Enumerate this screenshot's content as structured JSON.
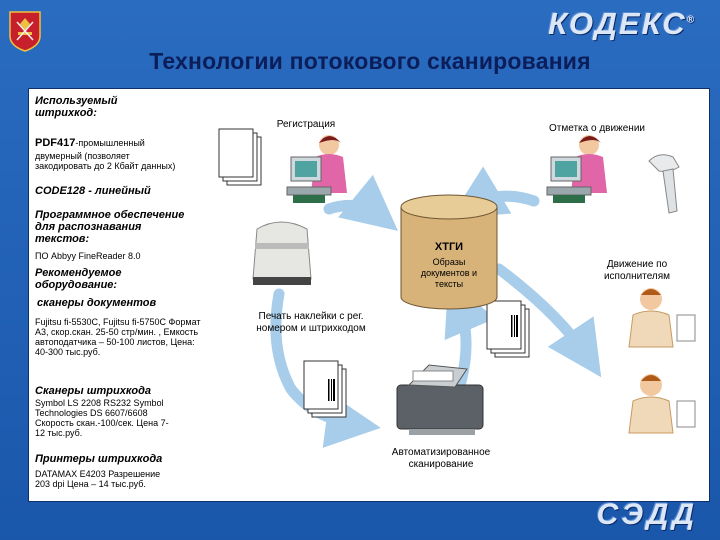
{
  "slide": {
    "title": "Технологии потокового сканирования",
    "brand": "КОДЕКС",
    "brand_mark": "®",
    "footer_brand": "СЭДД"
  },
  "left_column": {
    "barcode_heading": "Используемый штрихкод:",
    "pdf417_name": "PDF417",
    "pdf417_short": "-промышленный",
    "pdf417_desc": "двумерный (позволяет закодировать до 2 Кбайт данных)",
    "code128": "CODE128 - линейный",
    "software_heading": "Программное обеспечение для распознавания текстов:",
    "software_value": "ПО Abbyy FineReader 8.0",
    "hardware_heading": "Рекомендуемое оборудование:",
    "scanners_heading": "сканеры документов",
    "scanners_desc": "Fujitsu fi-5530C, Fujitsu fi-5750C Формат А3, скор.скан. 25-50 стр/мин. , Емкость автоподатчика – 50-100 листов, Цена: 40-300 тыс.руб.",
    "barcode_scanners_heading": "Сканеры штрихкода",
    "barcode_scanners_desc": "Symbol LS 2208 RS232 Symbol Technologies DS 6607/6608 Скорость скан.-100/сек. Цена 7-12 тыс.руб.",
    "printers_heading": "Принтеры штрихкода",
    "printers_desc": "DATAMAX E4203 Разрешение   203 dpi Цена – 14 тыс.руб."
  },
  "diagram": {
    "registration": "Регистрация",
    "movement_mark": "Отметка о движении",
    "storage_name": "ХТГИ",
    "storage_desc": "Образы документов и тексты",
    "movement_exec": "Движение по исполнителям",
    "print_labels": "Печать наклейки с рег. номером и штрихкодом",
    "auto_scan": "Автоматизированное сканирование"
  },
  "colors": {
    "background": "#2060b8",
    "title": "#0b1e5a",
    "arrow": "#9fc8e8",
    "cylinder": "#d7b37a"
  },
  "icons": [
    "emblem-icon",
    "document-stack-icon",
    "operator-workstation-icon",
    "barcode-scanner-icon",
    "label-printer-icon",
    "document-scanner-icon",
    "executive-person-icon",
    "barcode-icon",
    "database-cylinder-icon"
  ]
}
